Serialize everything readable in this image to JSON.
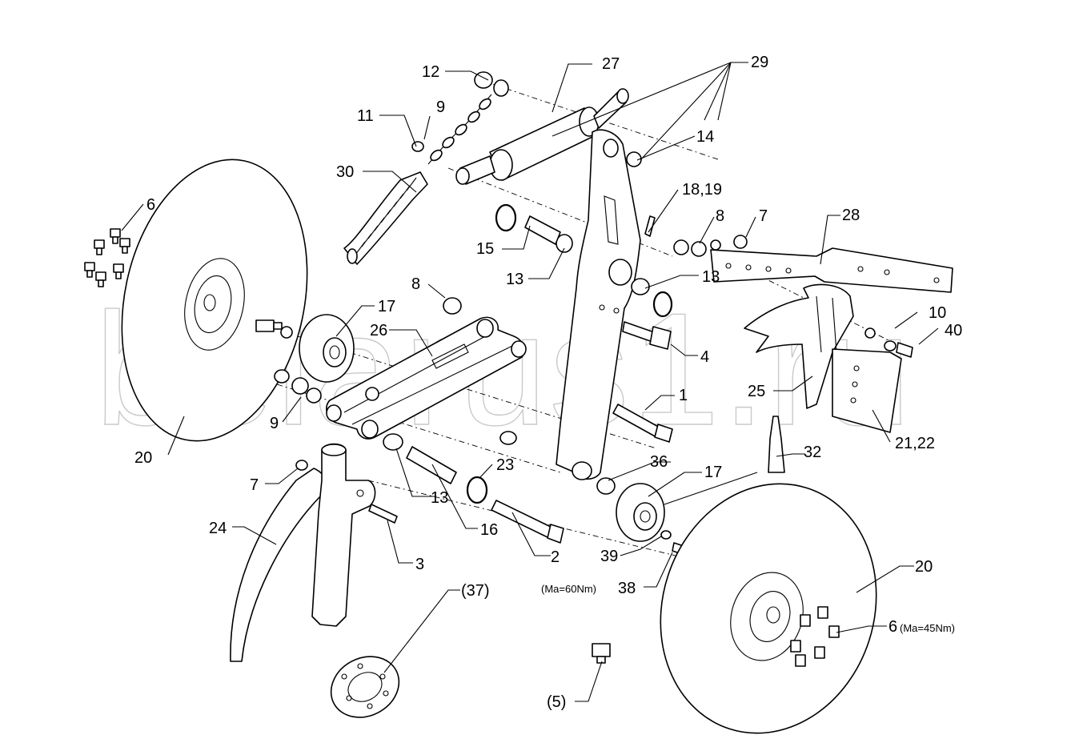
{
  "watermark": "belarus1.ru",
  "callouts": {
    "c1": "1",
    "c2": "2",
    "c3": "3",
    "c4": "4",
    "c5": "(5)",
    "c6a": "6",
    "c6b": "6",
    "c6b_note": "(Ma=45Nm)",
    "c7a": "7",
    "c7b": "7",
    "c8a": "8",
    "c8b": "8",
    "c9a": "9",
    "c9b": "9",
    "c10": "10",
    "c11": "11",
    "c12": "12",
    "c13a": "13",
    "c13b": "13",
    "c13c": "13",
    "c14": "14",
    "c15": "15",
    "c16": "16",
    "c17a": "17",
    "c17b": "17",
    "c1819": "18,19",
    "c20a": "20",
    "c20b": "20",
    "c2122": "21,22",
    "c23": "23",
    "c24": "24",
    "c25": "25",
    "c26": "26",
    "c27": "27",
    "c28": "28",
    "c29": "29",
    "c30": "30",
    "c32": "32",
    "c36": "36",
    "c37": "(37)",
    "c38": "38",
    "c38_note": "(Ma=60Nm)",
    "c39": "39",
    "c40": "40"
  }
}
